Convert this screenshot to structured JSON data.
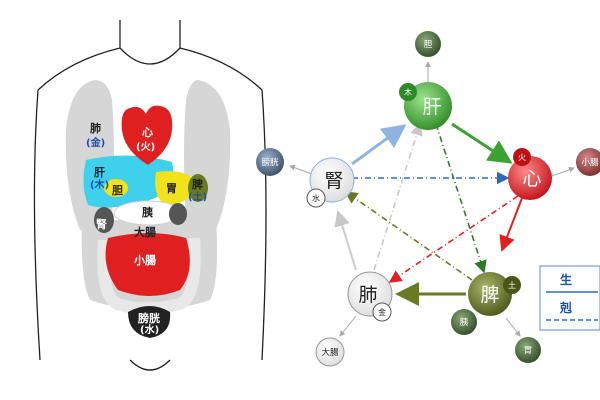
{
  "body_labels": {
    "lung": "肺",
    "lung_element": "(金)",
    "heart": "心",
    "heart_element": "(火)",
    "liver": "肝",
    "liver_element": "(木)",
    "gallbladder": "胆",
    "stomach": "胃",
    "spleen": "脾",
    "spleen_element": "(土)",
    "pancreas": "胰",
    "kidney": "腎",
    "large_intestine": "大腸",
    "small_intestine": "小腸",
    "bladder": "膀胱",
    "bladder_element": "(水)"
  },
  "cycle": {
    "nodes": {
      "liver": {
        "label": "肝",
        "badge": "木",
        "color": "#3ea233"
      },
      "heart": {
        "label": "心",
        "badge": "火",
        "color": "#d9232b"
      },
      "spleen": {
        "label": "脾",
        "badge": "土",
        "color": "#5c6a1f"
      },
      "lung": {
        "label": "肺",
        "badge": "金",
        "color": "#ffffff"
      },
      "kidney": {
        "label": "腎",
        "badge": "水",
        "color": "#ffffff"
      }
    },
    "satellites": {
      "gallbladder": "胆",
      "small_intestine": "小腸",
      "stomach": "胃",
      "pancreas": "胰",
      "large_intestine": "大腸",
      "bladder": "膀胱"
    }
  },
  "legend": {
    "generating": "生",
    "controlling": "剋"
  },
  "colors": {
    "accent_blue": "#1a4fb0",
    "body_gray": "#d6d6d6",
    "heart_red": "#e02020",
    "liver_cyan": "#3fd0ee",
    "spleen_yellow": "#f2e21a",
    "spleen_olive": "#6a7a24"
  }
}
